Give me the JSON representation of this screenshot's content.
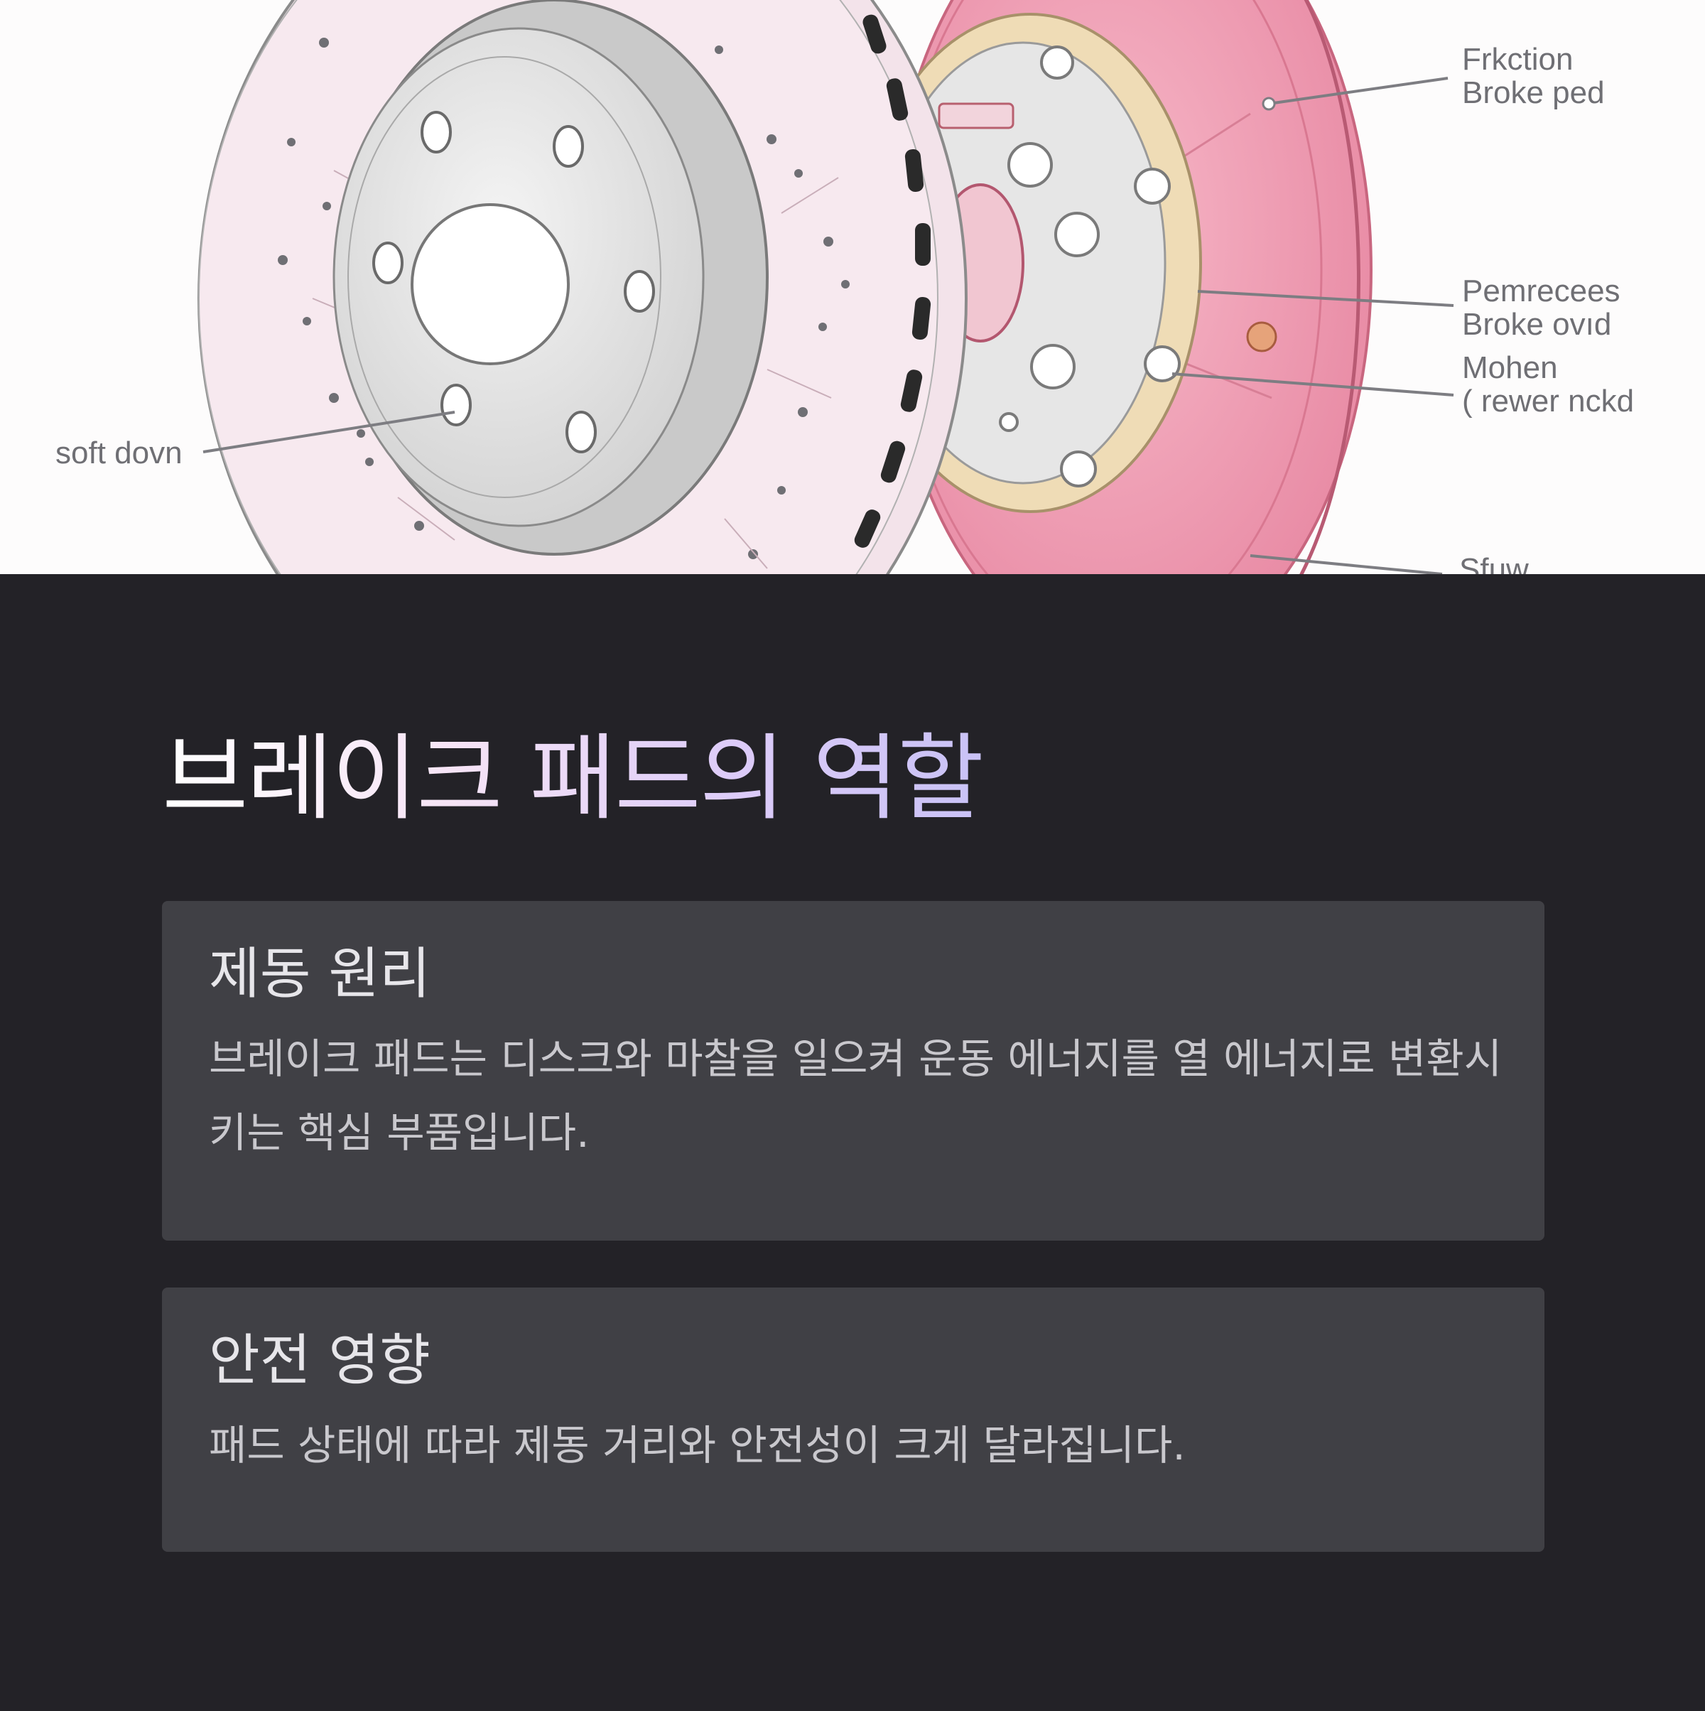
{
  "hero": {
    "callouts": [
      "Frkction\nBroke ped",
      "Pemrecees\nBroke ovıd",
      "Mohen\n( rewer nckd",
      "soft dovn",
      "Sfuw"
    ]
  },
  "page": {
    "title": "브레이크 패드의 역할"
  },
  "cards": [
    {
      "heading": "제동 원리",
      "text": "브레이크 패드는 디스크와 마찰을 일으켜 운동 에너지를 열 에너지로 변환시키는 핵심 부품입니다."
    },
    {
      "heading": "안전 영향",
      "text": "패드 상태에 따라 제동 거리와 안전성이 크게 달라집니다."
    }
  ]
}
